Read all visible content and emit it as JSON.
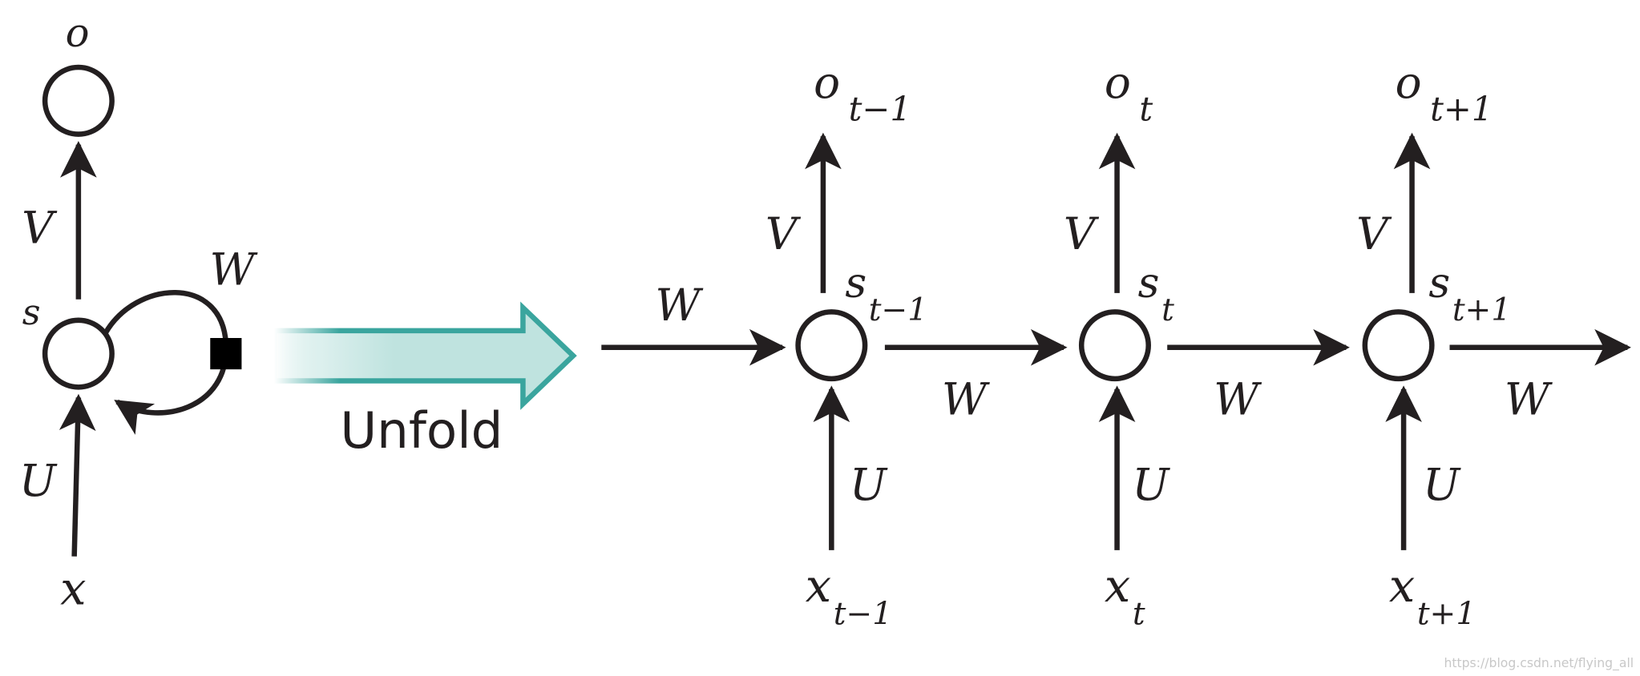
{
  "folded": {
    "output_label": "o",
    "state_label": "s",
    "input_label": "x",
    "v_label": "V",
    "u_label": "U",
    "w_label": "W"
  },
  "unfold_label": "Unfold",
  "unfold_arrow_color": "#3aa59e",
  "unfolded": {
    "incoming_w_label": "W",
    "steps": [
      {
        "o": "o",
        "o_sub": "t−1",
        "s": "s",
        "s_sub": "t−1",
        "x": "x",
        "x_sub": "t−1",
        "v": "V",
        "u": "U",
        "w_out": "W"
      },
      {
        "o": "o",
        "o_sub": "t",
        "s": "s",
        "s_sub": "t",
        "x": "x",
        "x_sub": "t",
        "v": "V",
        "u": "U",
        "w_out": "W"
      },
      {
        "o": "o",
        "o_sub": "t+1",
        "s": "s",
        "s_sub": "t+1",
        "x": "x",
        "x_sub": "t+1",
        "v": "V",
        "u": "U",
        "w_out": "W"
      }
    ]
  },
  "watermark": "https://blog.csdn.net/flying_all"
}
